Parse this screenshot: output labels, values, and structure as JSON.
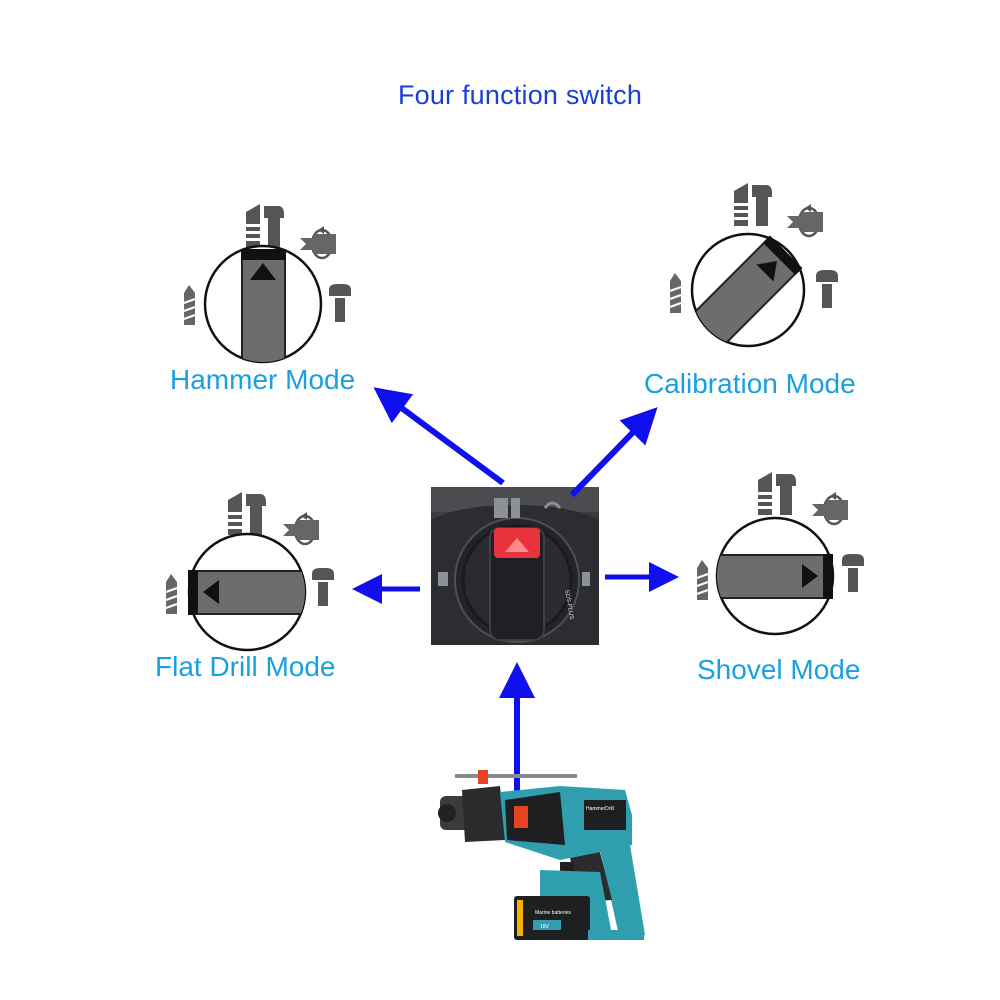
{
  "title": "Four function switch",
  "modes": {
    "hammer": "Hammer Mode",
    "calibration": "Calibration Mode",
    "flat_drill": "Flat Drill Mode",
    "shovel": "Shovel Mode"
  },
  "drill": {
    "battery_label": "Marine batteries",
    "voltage_label": "18V"
  },
  "colors": {
    "title": "#1a3fd6",
    "mode_label": "#1aa0e0",
    "arrow": "#1010ee",
    "drill_body": "#2f9fb0",
    "battery_accent": "#f5b400"
  },
  "icons": [
    "hammer-drill-icon",
    "rotation-icon",
    "screw-icon",
    "drill-bit-icon",
    "knob-pointer-icon"
  ]
}
